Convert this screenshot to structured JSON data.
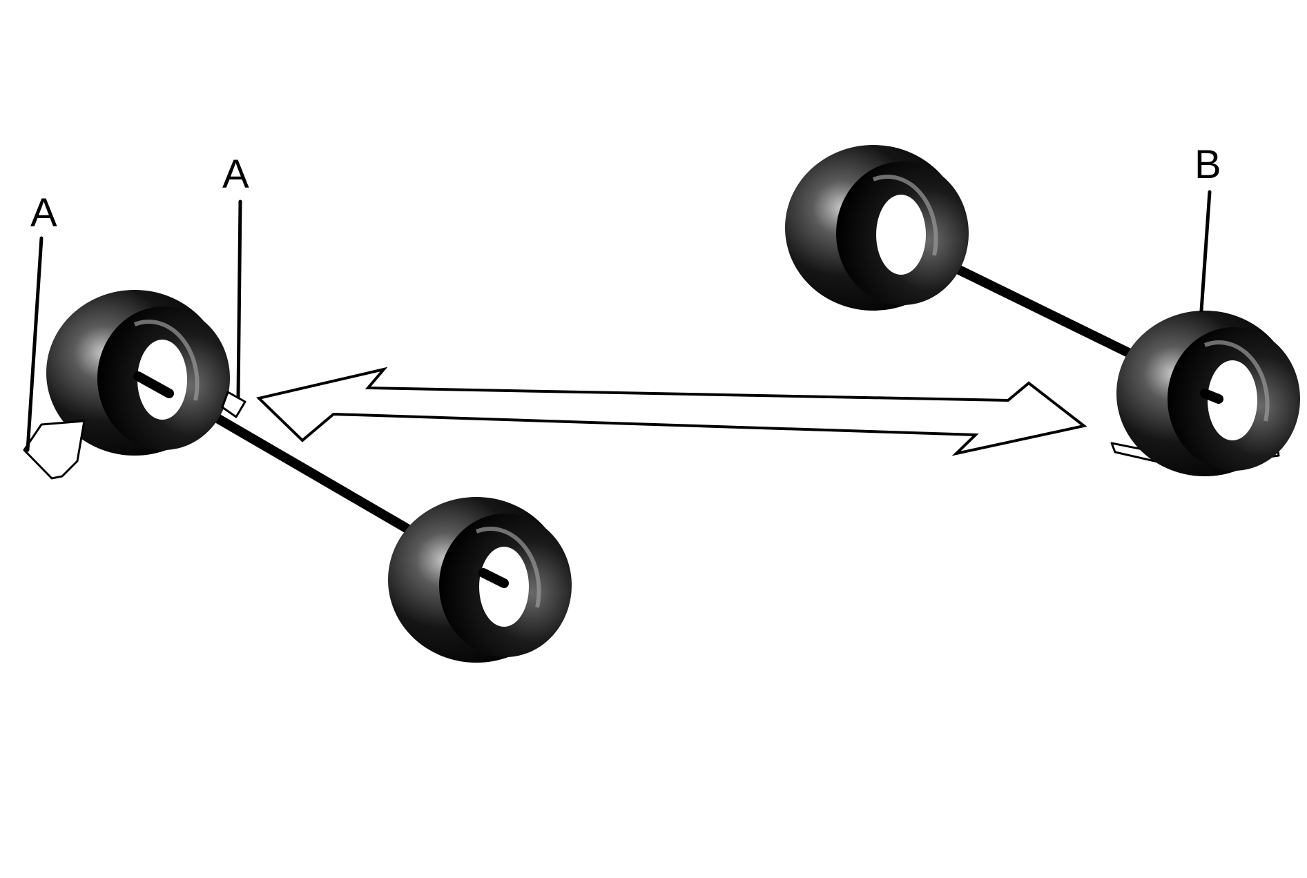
{
  "callouts": {
    "wedge_left_outer": "A",
    "wedge_left_inner": "A",
    "wedge_right": "B"
  },
  "colors": {
    "background": "#ffffff",
    "ink": "#000000",
    "tire_dark": "#0a0a0a",
    "tire_highlight": "#bdbdbd"
  },
  "icons": {
    "wheel": "tire-icon",
    "wedge": "wheel-chock-icon",
    "arrow": "double-arrow-icon"
  }
}
